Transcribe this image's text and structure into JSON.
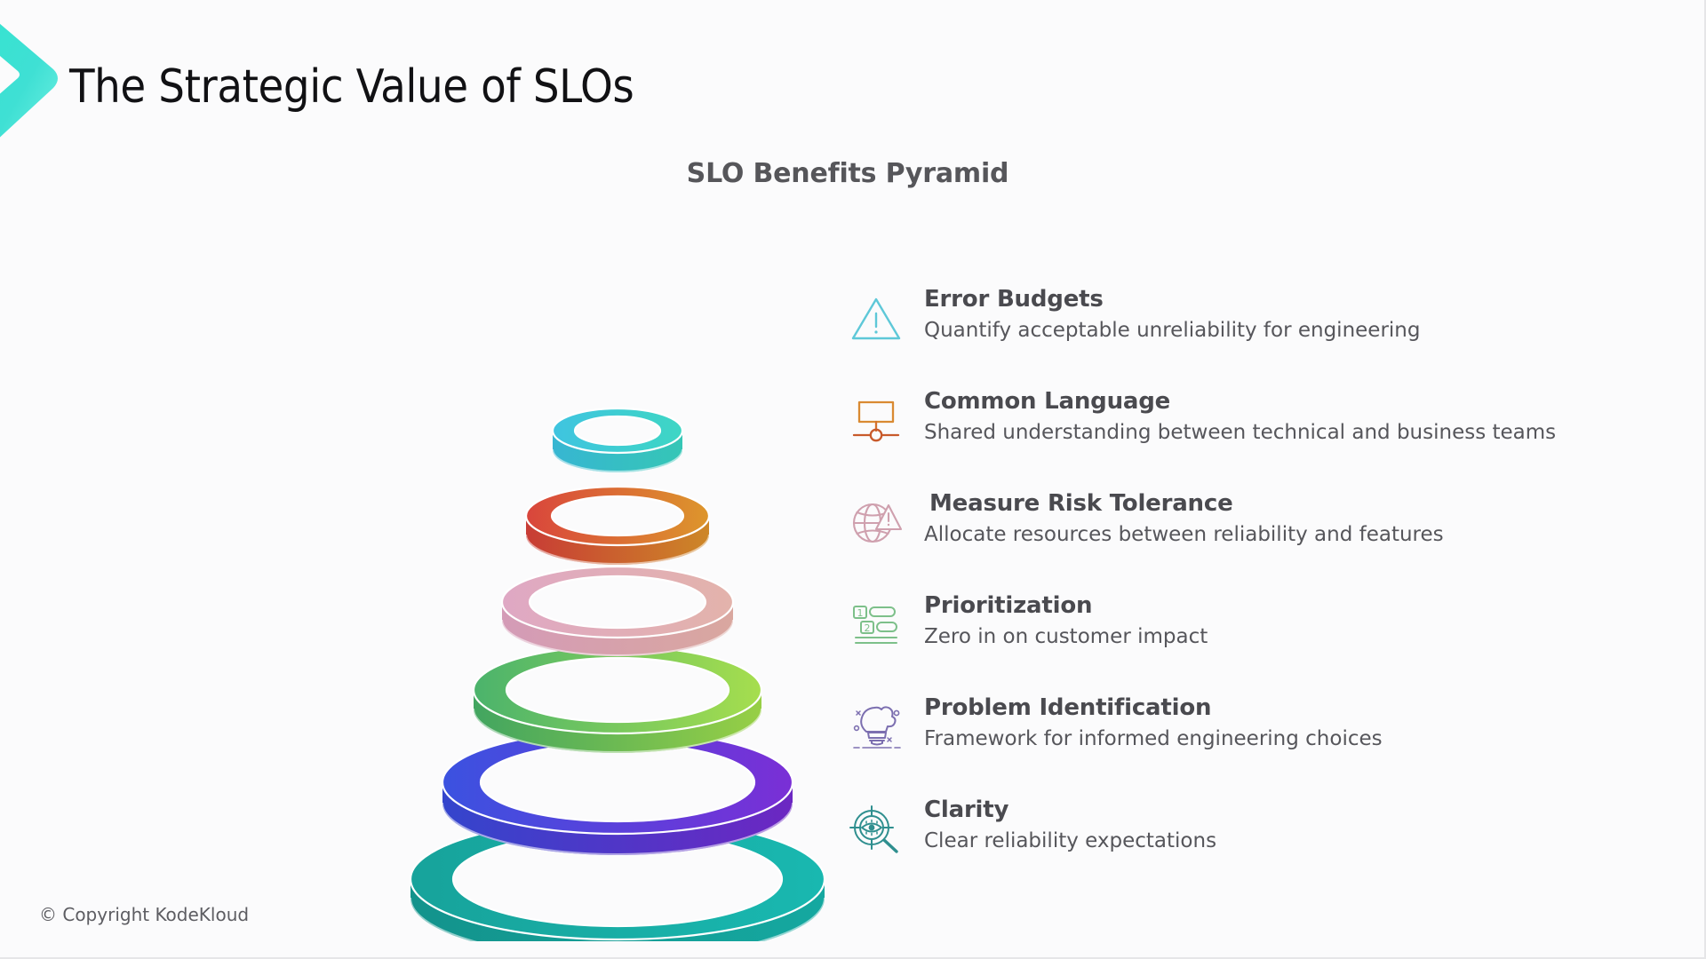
{
  "slide": {
    "title": "The Strategic Value of SLOs",
    "chart_heading": "SLO Benefits Pyramid",
    "copyright": "© Copyright KodeKloud",
    "background_color": "#fbfbfc",
    "accent_color": "#2ed9c3"
  },
  "benefits": [
    {
      "icon": "warning-triangle-icon",
      "icon_color": "#5ec8d8",
      "title": "Error Budgets",
      "desc": "Quantify acceptable unreliability for engineering"
    },
    {
      "icon": "network-node-icon",
      "icon_color": "#d4722e",
      "title": "Common Language",
      "desc": "Shared understanding between technical and business teams"
    },
    {
      "icon": "globe-risk-icon",
      "icon_color": "#cfa0ae",
      "title": "Measure Risk Tolerance",
      "desc": "Allocate resources between reliability and features"
    },
    {
      "icon": "numbered-list-icon",
      "icon_color": "#7dc08a",
      "title": "Prioritization",
      "desc": "Zero in on customer impact"
    },
    {
      "icon": "lightbulb-puzzle-icon",
      "icon_color": "#7c6fb0",
      "title": "Problem Identification",
      "desc": "Framework for informed engineering choices"
    },
    {
      "icon": "magnifier-eye-target-icon",
      "icon_color": "#2f8f8f",
      "title": "Clarity",
      "desc": "Clear reliability expectations"
    }
  ],
  "chart_data": {
    "type": "pyramid",
    "title": "SLO Benefits Pyramid",
    "xlabel": "",
    "ylabel": "",
    "grid": false,
    "legend": "right",
    "note": "Six stacked 3D torus rings in perspective, widest at the bottom; each ring maps to one benefit listed at right (top ring = Error Budgets, bottom ring = Clarity).",
    "categories": [
      "Error Budgets",
      "Common Language",
      "Measure Risk Tolerance",
      "Prioritization",
      "Problem Identification",
      "Clarity"
    ],
    "values": [
      1,
      2,
      3,
      4,
      5,
      6
    ],
    "rings": [
      {
        "level": 1,
        "label": "Error Budgets",
        "color_start": "#3fc4e0",
        "color_end": "#3ed6c4",
        "radius_rel": 0.24
      },
      {
        "level": 2,
        "label": "Common Language",
        "color_start": "#d9453c",
        "color_end": "#dd962c",
        "radius_rel": 0.42
      },
      {
        "level": 3,
        "label": "Measure Risk Tolerance",
        "color_start": "#dfa8c4",
        "color_end": "#e2b2ad",
        "radius_rel": 0.57
      },
      {
        "level": 4,
        "label": "Prioritization",
        "color_start": "#4bb36c",
        "color_end": "#a4dd4e",
        "radius_rel": 0.72
      },
      {
        "level": 5,
        "label": "Problem Identification",
        "color_start": "#3b52e0",
        "color_end": "#7a2fd6",
        "radius_rel": 0.86
      },
      {
        "level": 6,
        "label": "Clarity",
        "color_start": "#17a39b",
        "color_end": "#18b5ae",
        "radius_rel": 1.0
      }
    ]
  }
}
